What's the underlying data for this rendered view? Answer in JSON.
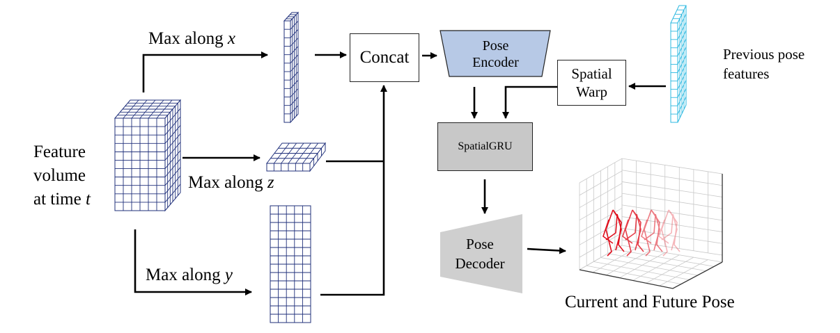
{
  "labels": {
    "feature_volume": [
      "Feature",
      "volume",
      "at time "
    ],
    "feature_volume_var": "t",
    "max_along_x": "Max along ",
    "var_x": "x",
    "max_along_z": "Max along ",
    "var_z": "z",
    "max_along_y": "Max along ",
    "var_y": "y",
    "concat": "Concat",
    "pose_encoder": [
      "Pose",
      "Encoder"
    ],
    "spatial_warp": [
      "Spatial",
      "Warp"
    ],
    "previous_pose_features": [
      "Previous pose",
      "features"
    ],
    "spatial_gru": "SpatialGRU",
    "pose_decoder": [
      "Pose",
      "Decoder"
    ],
    "current_future_pose": "Current and Future Pose"
  },
  "colors": {
    "grid_line": "#1f2f7a",
    "encoder_fill": "#b7c9e6",
    "gru_fill": "#c8c8c8",
    "decoder_fill": "#cfcfcf",
    "previous_features": "#2bb8e0",
    "skeleton": "#e0101e"
  }
}
